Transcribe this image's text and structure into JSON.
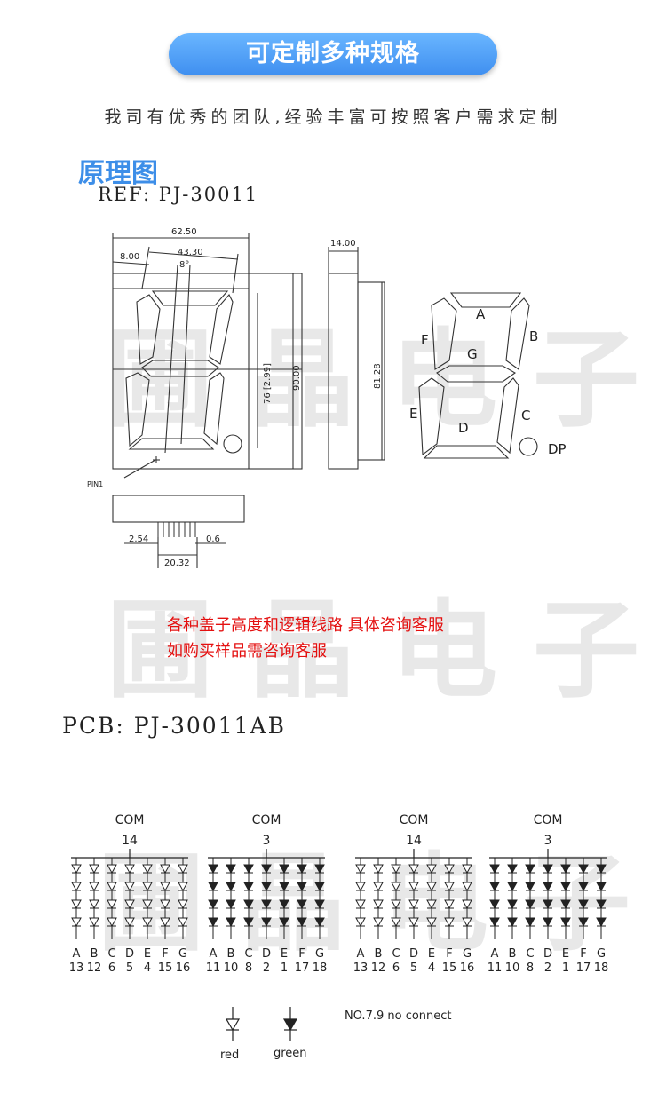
{
  "banner": {
    "title": "可定制多种规格"
  },
  "subtitle": "我司有优秀的团队,经验丰富可按照客户需求定制",
  "section_title": "原理图",
  "ref_label": "REF: PJ-30011",
  "dims": {
    "width": "62.50",
    "inner": "43.30",
    "digit_left": "8.00",
    "angle": "8°",
    "height_inner": "76 [2.99]",
    "height": "90.00",
    "depth": "14.00",
    "side_height": "81.28",
    "pin_pitch": "2.54",
    "pin_size": "0.6",
    "pin_span": "20.32",
    "pin1": "PIN1"
  },
  "segments": {
    "A": "A",
    "B": "B",
    "C": "C",
    "D": "D",
    "E": "E",
    "F": "F",
    "G": "G",
    "DP": "DP"
  },
  "notes": [
    "各种盖子高度和逻辑线路 具体咨询客服",
    "如购买样品需咨询客服"
  ],
  "pcb_label": "PCB: PJ-30011AB",
  "circuits": [
    {
      "com_label": "COM",
      "com_pin": "14",
      "diode": "red",
      "letters": [
        "A",
        "B",
        "C",
        "D",
        "E",
        "F",
        "G"
      ],
      "pins": [
        "13",
        "12",
        "6",
        "5",
        "4",
        "15",
        "16"
      ]
    },
    {
      "com_label": "COM",
      "com_pin": "3",
      "diode": "green",
      "letters": [
        "A",
        "B",
        "C",
        "D",
        "E",
        "F",
        "G"
      ],
      "pins": [
        "11",
        "10",
        "8",
        "2",
        "1",
        "17",
        "18"
      ]
    },
    {
      "com_label": "COM",
      "com_pin": "14",
      "diode": "red",
      "letters": [
        "A",
        "B",
        "C",
        "D",
        "E",
        "F",
        "G"
      ],
      "pins": [
        "13",
        "12",
        "6",
        "5",
        "4",
        "15",
        "16"
      ]
    },
    {
      "com_label": "COM",
      "com_pin": "3",
      "diode": "green",
      "letters": [
        "A",
        "B",
        "C",
        "D",
        "E",
        "F",
        "G"
      ],
      "pins": [
        "11",
        "10",
        "8",
        "2",
        "1",
        "17",
        "18"
      ]
    }
  ],
  "legend": {
    "red": "red",
    "green": "green",
    "no_connect": "NO.7.9 no connect"
  },
  "watermark": "圃晶电子"
}
